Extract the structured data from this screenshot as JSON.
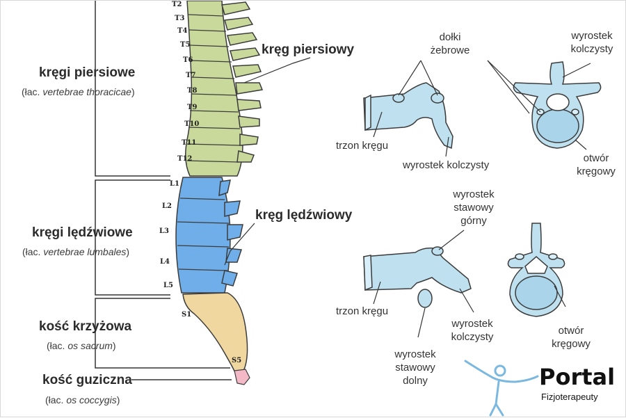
{
  "regions": {
    "thoracic": {
      "title": "kręgi piersiowe",
      "latin_prefix": "(łac. ",
      "latin": "vertebrae thoracicae",
      "latin_suffix": ")"
    },
    "lumbar": {
      "title": "kręgi lędźwiowe",
      "latin_prefix": "(łac. ",
      "latin": "vertebrae lumbales",
      "latin_suffix": ")"
    },
    "sacrum": {
      "title": "kość krzyżowa",
      "latin_prefix": "(łac. ",
      "latin": "os sacrum",
      "latin_suffix": ")"
    },
    "coccyx": {
      "title": "kość guziczna",
      "latin_prefix": "(łac. ",
      "latin": "os coccygis",
      "latin_suffix": ")"
    }
  },
  "vertebra_labels": {
    "t2": "T2",
    "t3": "T3",
    "t4": "T4",
    "t5": "T5",
    "t6": "T6",
    "t7": "T7",
    "t8": "T8",
    "t9": "T9",
    "t10": "T10",
    "t11": "T11",
    "t12": "T12",
    "l1": "L1",
    "l2": "L2",
    "l3": "L3",
    "l4": "L4",
    "l5": "L5",
    "s1": "S1",
    "s5": "S5"
  },
  "thoracic_vertebra": {
    "heading": "kręg piersiowy",
    "costal_facets_1": "dołki",
    "costal_facets_2": "żebrowe",
    "spinous_top_1": "wyrostek",
    "spinous_top_2": "kolczysty",
    "body": "trzon kręgu",
    "spinous_side": "wyrostek kolczysty",
    "foramen_1": "otwór",
    "foramen_2": "kręgowy"
  },
  "lumbar_vertebra": {
    "heading": "kręg lędźwiowy",
    "superior_articular_1": "wyrostek",
    "superior_articular_2": "stawowy",
    "superior_articular_3": "górny",
    "body": "trzon kręgu",
    "inferior_articular_1": "wyrostek",
    "inferior_articular_2": "stawowy",
    "inferior_articular_3": "dolny",
    "spinous_1": "wyrostek",
    "spinous_2": "kolczysty",
    "foramen_1": "otwór",
    "foramen_2": "kręgowy"
  },
  "logo": {
    "name": "Portal",
    "tagline": "Fizjoterapeuty"
  },
  "colors": {
    "thoracic": "#c9d99b",
    "lumbar": "#6faee8",
    "sacrum": "#f0d79f",
    "coccyx": "#f4b9c7",
    "vertebra_detail": "#bfe0ef",
    "logo_figure": "#7ab8e0",
    "line": "#333333"
  }
}
